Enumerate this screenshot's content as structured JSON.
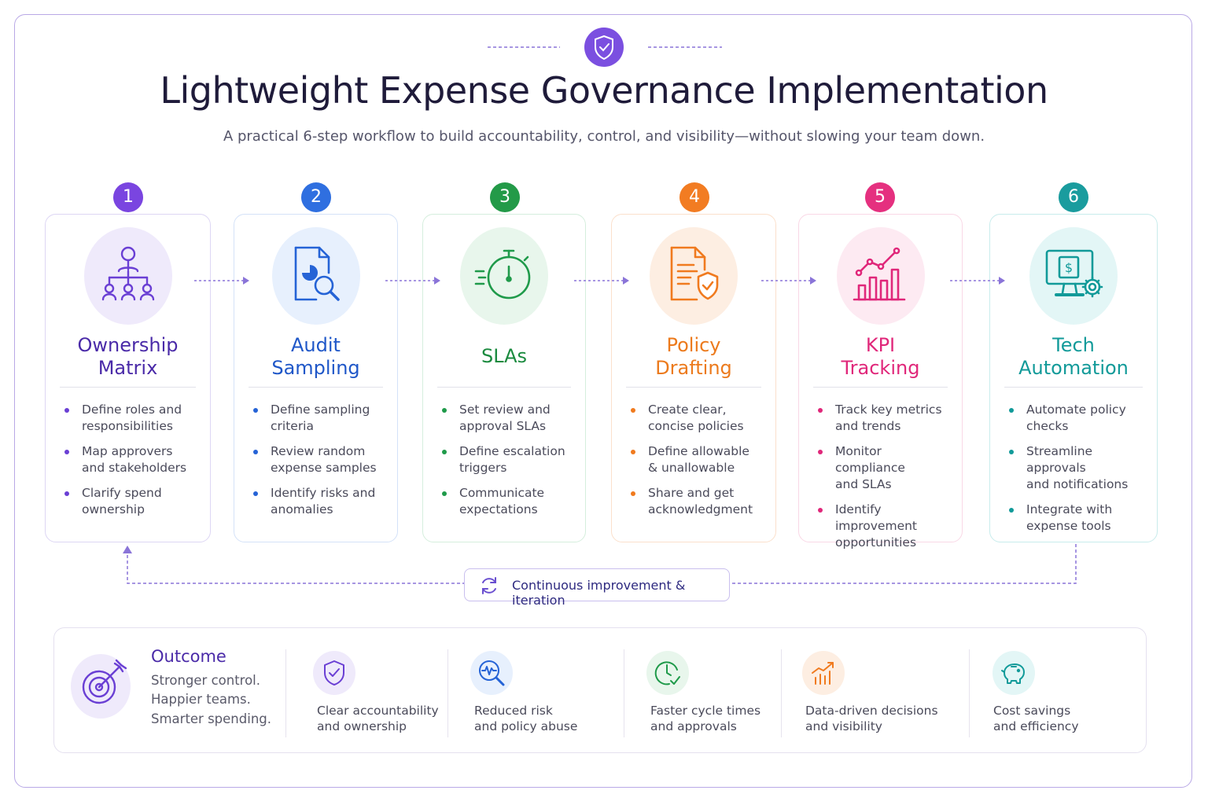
{
  "header": {
    "title": "Lightweight Expense Governance Implementation",
    "subtitle": "A practical 6-step workflow to build accountability, control, and visibility—without slowing your team down.",
    "icon": "shield-check-icon"
  },
  "steps": [
    {
      "number": "1",
      "title_line1": "Ownership",
      "title_line2": "Matrix",
      "icon": "org-chart-icon",
      "color": "#6a3fd4",
      "bullets": [
        [
          "Define roles and",
          "responsibilities"
        ],
        [
          "Map approvers",
          "and stakeholders"
        ],
        [
          "Clarify spend",
          "ownership"
        ]
      ]
    },
    {
      "number": "2",
      "title_line1": "Audit",
      "title_line2": "Sampling",
      "icon": "document-search-icon",
      "color": "#2563d6",
      "bullets": [
        [
          "Define sampling",
          "criteria"
        ],
        [
          "Review random",
          "expense samples"
        ],
        [
          "Identify risks and",
          "anomalies"
        ]
      ]
    },
    {
      "number": "3",
      "title_line1": "SLAs",
      "title_line2": "",
      "icon": "stopwatch-icon",
      "color": "#1f9a4a",
      "bullets": [
        [
          "Set review and",
          "approval SLAs"
        ],
        [
          "Define escalation",
          "triggers"
        ],
        [
          "Communicate",
          "expectations"
        ]
      ]
    },
    {
      "number": "4",
      "title_line1": "Policy",
      "title_line2": "Drafting",
      "icon": "policy-document-icon",
      "color": "#f07a1e",
      "bullets": [
        [
          "Create clear,",
          "concise policies"
        ],
        [
          "Define allowable",
          "& unallowable"
        ],
        [
          "Share and get",
          "acknowledgment"
        ]
      ]
    },
    {
      "number": "5",
      "title_line1": "KPI",
      "title_line2": "Tracking",
      "icon": "bar-chart-icon",
      "color": "#e0277a",
      "bullets": [
        [
          "Track key metrics",
          "and trends"
        ],
        [
          "Monitor compliance",
          "and SLAs"
        ],
        [
          "Identify improvement",
          "opportunities"
        ]
      ]
    },
    {
      "number": "6",
      "title_line1": "Tech",
      "title_line2": "Automation",
      "icon": "monitor-gear-icon",
      "color": "#119a99",
      "bullets": [
        [
          "Automate policy",
          "checks"
        ],
        [
          "Streamline approvals",
          "and notifications"
        ],
        [
          "Integrate with",
          "expense tools"
        ]
      ]
    }
  ],
  "loop": {
    "label": "Continuous improvement & iteration",
    "icon": "refresh-icon"
  },
  "outcome": {
    "title": "Outcome",
    "lines": [
      "Stronger control.",
      "Happier teams.",
      "Smarter spending."
    ],
    "icon": "target-arrow-icon",
    "benefits": [
      {
        "line1": "Clear accountability",
        "line2": "and ownership",
        "icon": "shield-check-icon",
        "color": "#6a3fd4"
      },
      {
        "line1": "Reduced risk",
        "line2": "and policy abuse",
        "icon": "magnifier-pulse-icon",
        "color": "#2563d6"
      },
      {
        "line1": "Faster cycle times",
        "line2": "and approvals",
        "icon": "clock-check-icon",
        "color": "#1f9a4a"
      },
      {
        "line1": "Data-driven decisions",
        "line2": "and visibility",
        "icon": "trend-chart-icon",
        "color": "#f07a1e"
      },
      {
        "line1": "Cost savings",
        "line2": "and efficiency",
        "icon": "piggy-bank-icon",
        "color": "#119a99"
      }
    ]
  }
}
